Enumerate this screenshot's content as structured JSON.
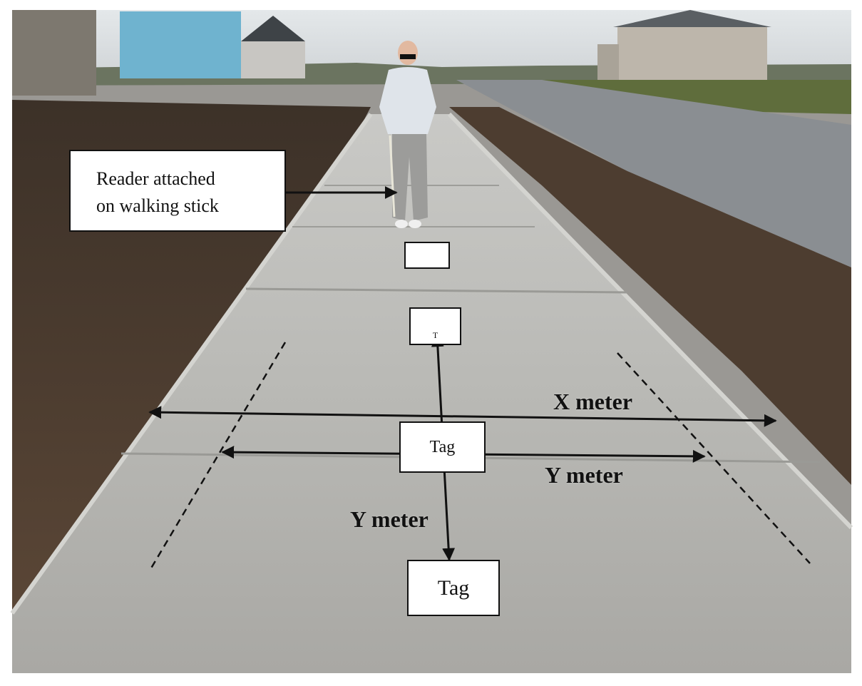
{
  "labels": {
    "reader_line1": "Reader attached",
    "reader_line2": "on walking stick",
    "tag_near_person": "",
    "tag_small": "T",
    "tag_middle": "Tag",
    "tag_bottom": "Tag",
    "x_measure": "X meter",
    "y_measure_horizontal": "Y meter",
    "y_measure_vertical": "Y meter"
  },
  "colors": {
    "sky": "#d9dde0",
    "soil": "#4a3a2e",
    "sidewalk": "#b7b7b3",
    "road": "#8b8f93",
    "grass": "#5d6b3b",
    "arrow": "#111111"
  }
}
